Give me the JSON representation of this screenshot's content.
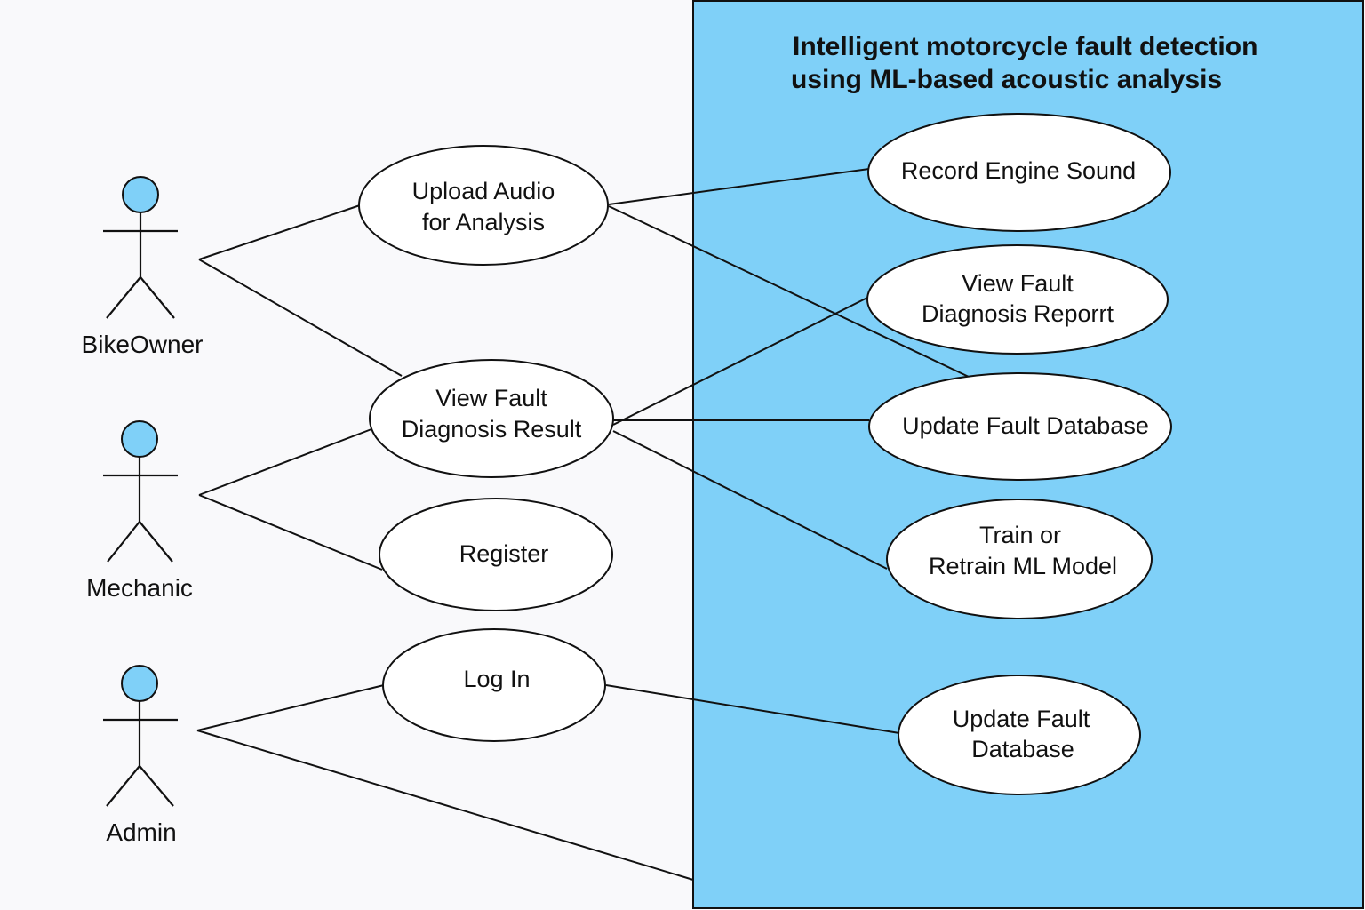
{
  "system": {
    "title_line1": "Intelligent motorcycle fault detection",
    "title_line2": "using ML-based acoustic analysis",
    "fill_color": "#7fd0f8",
    "border_color": "#111111"
  },
  "actors": {
    "bike_owner": {
      "label": "BikeOwner",
      "head_color": "#7fd0f8"
    },
    "mechanic": {
      "label": "Mechanic",
      "head_color": "#7fd0f8"
    },
    "admin": {
      "label": "Admin",
      "head_color": "#7fd0f8"
    }
  },
  "use_cases": {
    "upload_audio": {
      "line1": "Upload Audio",
      "line2": "for Analysis"
    },
    "view_result": {
      "line1": "View Fault",
      "line2": "Diagnosis Result"
    },
    "register": {
      "line1": "Register"
    },
    "log_in": {
      "line1": "Log In"
    },
    "record_sound": {
      "line1": "Record Engine Sound"
    },
    "view_report": {
      "line1": "View Fault",
      "line2": "Diagnosis Reporrt"
    },
    "update_db": {
      "line1": "Update Fault Database"
    },
    "train_model": {
      "line1": "Train or",
      "line2": "Retrain ML Model"
    },
    "update_db2": {
      "line1": "Update Fault",
      "line2": "Database"
    }
  },
  "associations": [
    {
      "from": "BikeOwner",
      "to": "Upload Audio for Analysis"
    },
    {
      "from": "BikeOwner",
      "to": "View Fault Diagnosis Result"
    },
    {
      "from": "Mechanic",
      "to": "View Fault Diagnosis Result"
    },
    {
      "from": "Mechanic",
      "to": "Register"
    },
    {
      "from": "Admin",
      "to": "Log In"
    },
    {
      "from": "Admin",
      "to": "System boundary"
    },
    {
      "from": "Upload Audio for Analysis",
      "to": "Record Engine Sound"
    },
    {
      "from": "Upload Audio for Analysis",
      "to": "Update Fault Database"
    },
    {
      "from": "View Fault Diagnosis Result",
      "to": "View Fault Diagnosis Reporrt"
    },
    {
      "from": "View Fault Diagnosis Result",
      "to": "Update Fault Database"
    },
    {
      "from": "View Fault Diagnosis Result",
      "to": "Train or Retrain ML Model"
    },
    {
      "from": "Log In",
      "to": "Update Fault Database (lower)"
    }
  ]
}
